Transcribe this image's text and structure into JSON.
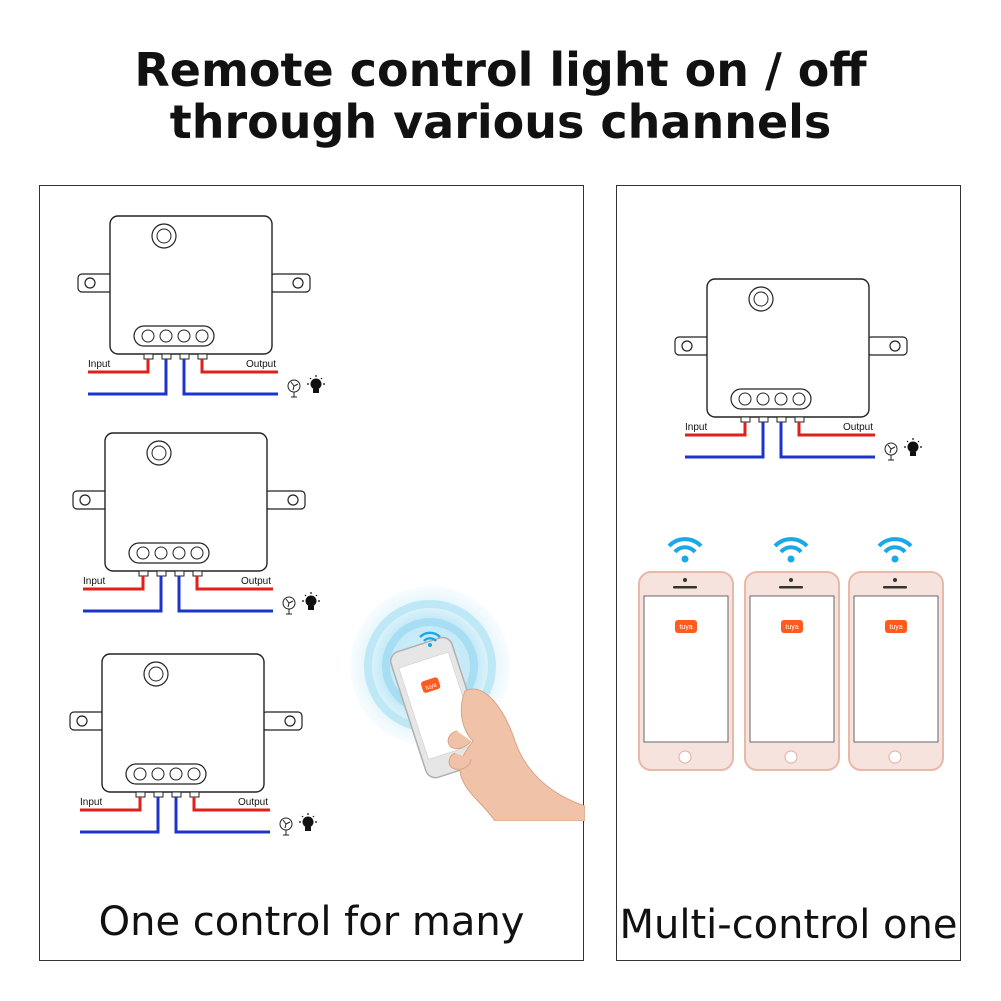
{
  "title": {
    "line1": "Remote control light on / off",
    "line2": "through various channels"
  },
  "left_panel": {
    "caption": "One control for many",
    "modules": [
      {
        "input_label": "Input",
        "output_label": "Output"
      },
      {
        "input_label": "Input",
        "output_label": "Output"
      },
      {
        "input_label": "Input",
        "output_label": "Output"
      }
    ],
    "hand_phone_app_logo": "tuya"
  },
  "right_panel": {
    "caption": "Multi-control one",
    "module": {
      "input_label": "Input",
      "output_label": "Output"
    },
    "phones": [
      {
        "app_logo": "tuya"
      },
      {
        "app_logo": "tuya"
      },
      {
        "app_logo": "tuya"
      }
    ]
  },
  "colors": {
    "input_wire": "#e0201a",
    "neutral_wire": "#1d34c8",
    "wifi": "#19a8e8",
    "tuya": "#ff5a1f",
    "phone_frame": "#f0c9bf"
  },
  "icons": [
    "fan-icon",
    "bulb-icon",
    "wifi-icon",
    "hand-holding-phone"
  ]
}
